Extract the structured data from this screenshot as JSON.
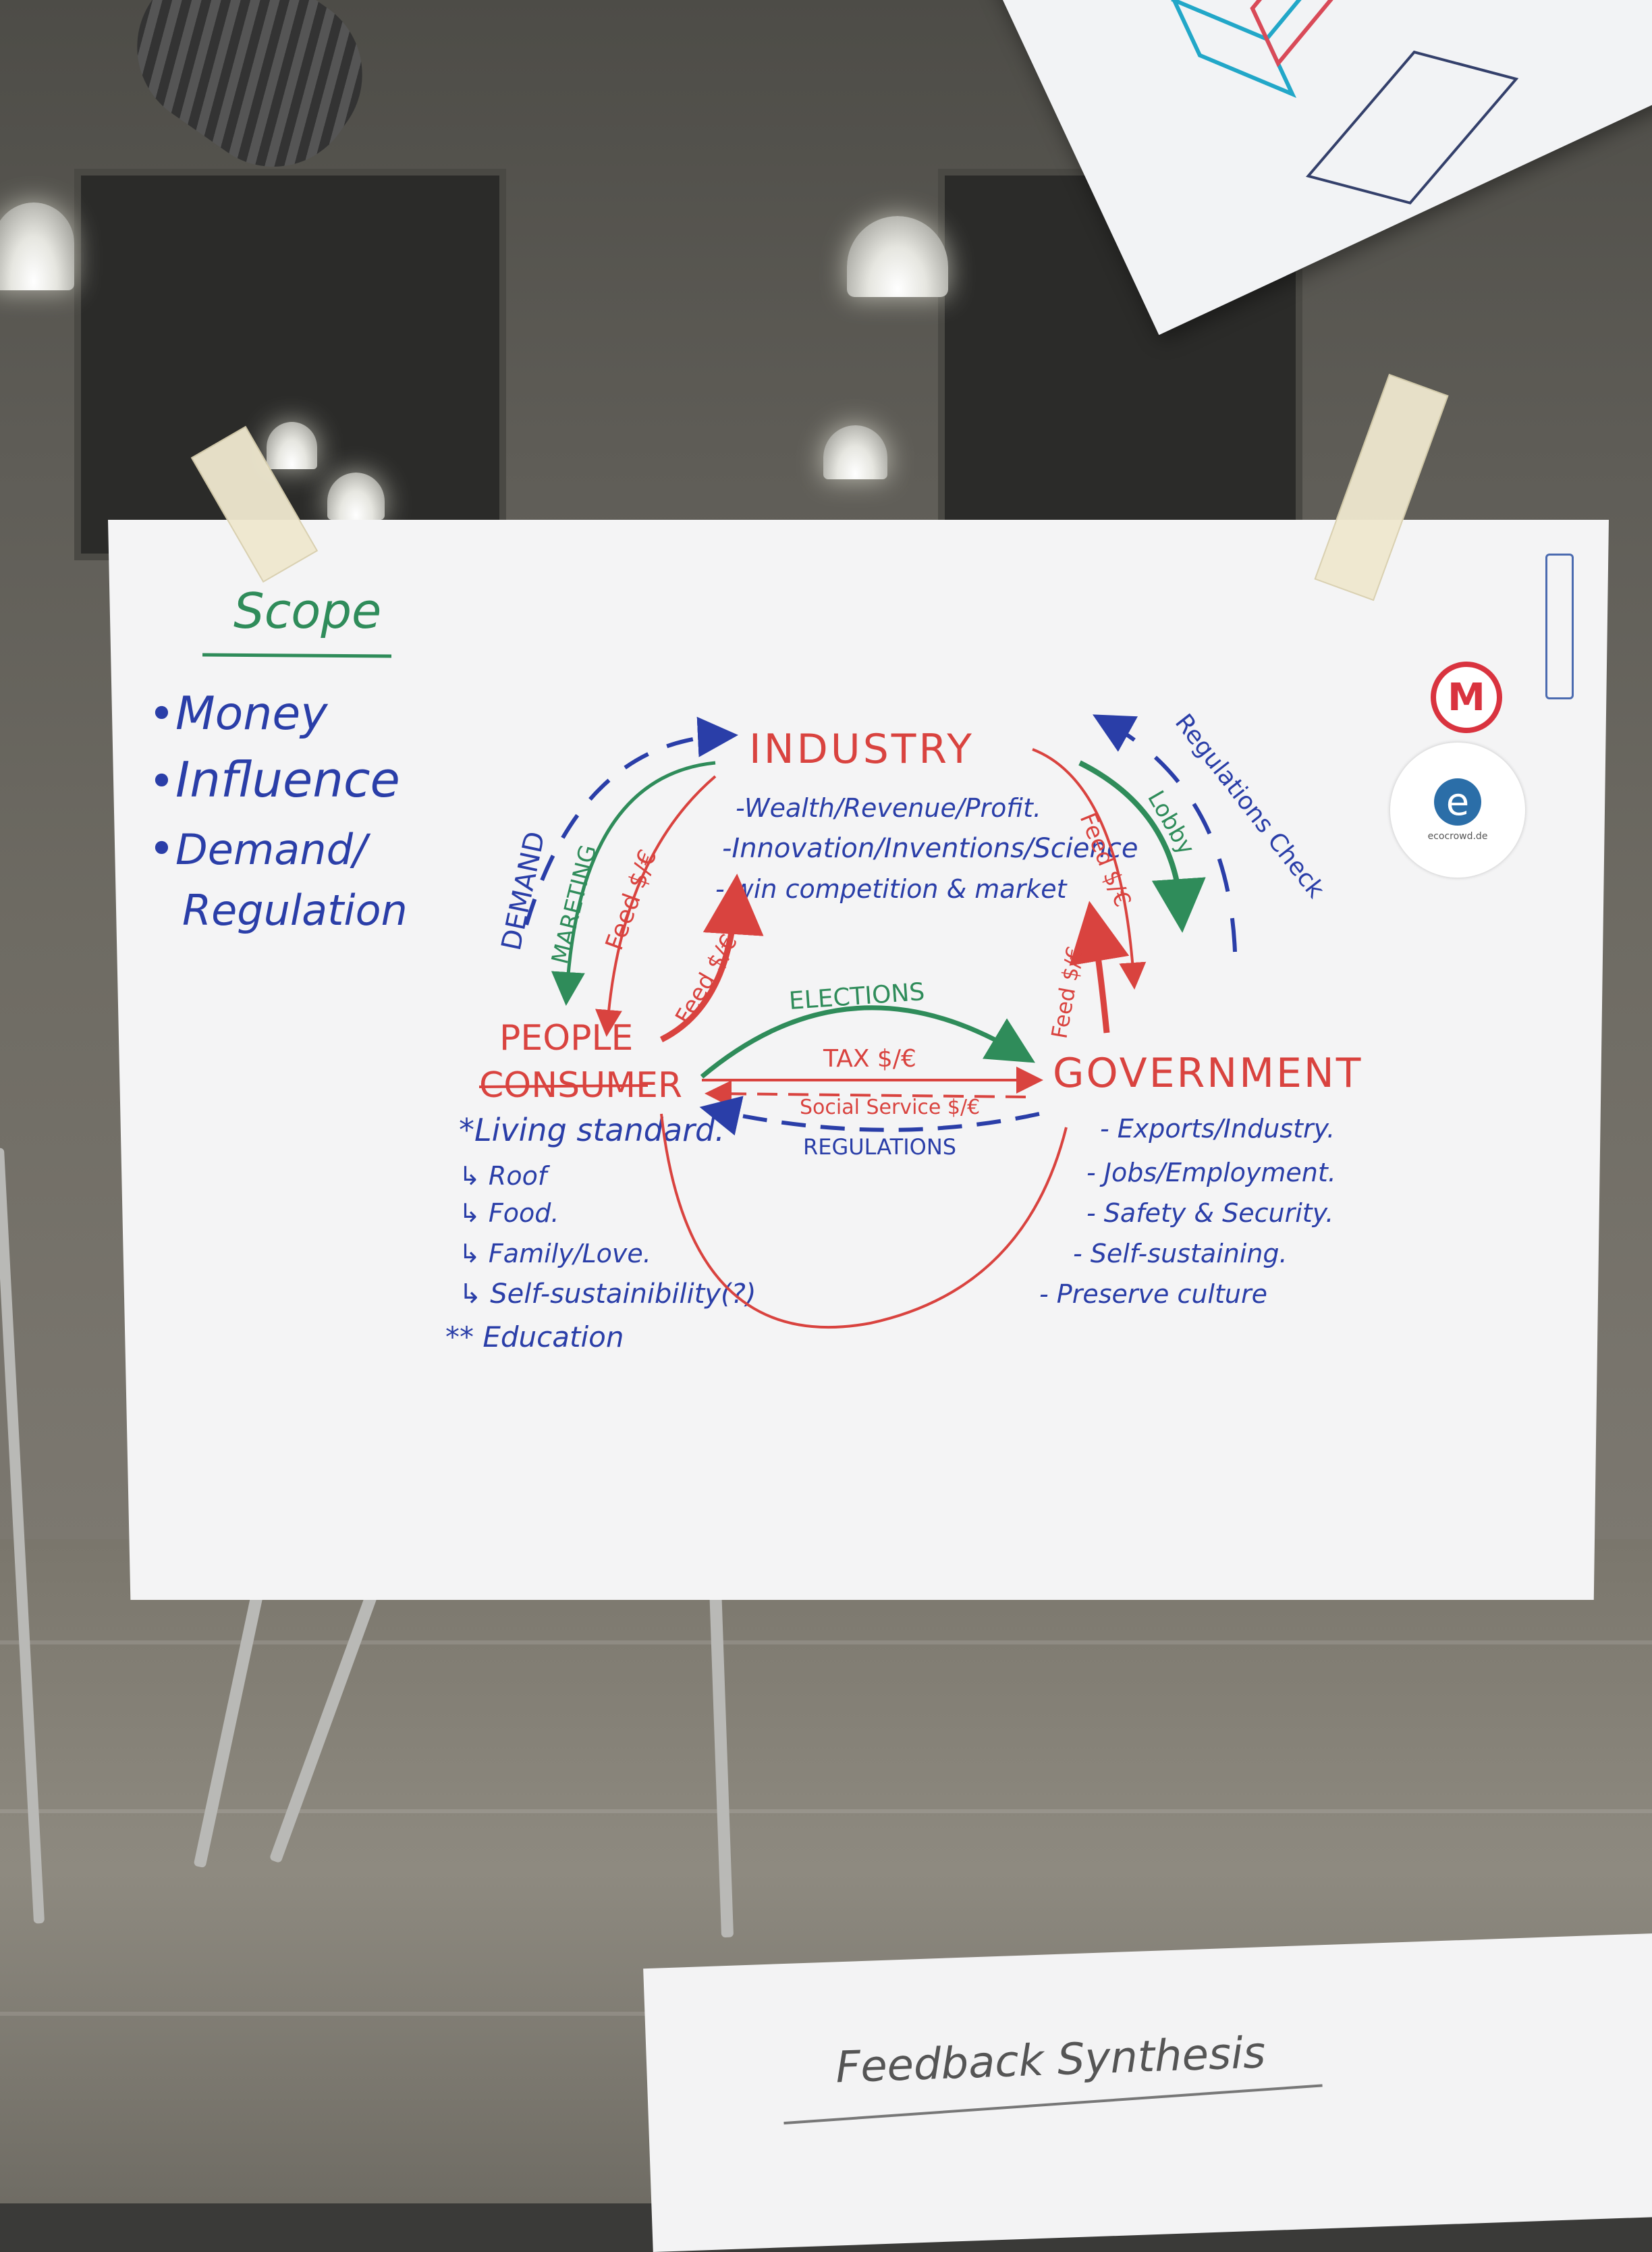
{
  "scope": {
    "title": "Scope",
    "items": [
      "Money",
      "Influence",
      "Demand/",
      "Regulation"
    ]
  },
  "nodes": {
    "industry": "INDUSTRY",
    "people": "PEOPLE",
    "consumer": "CONSUMER",
    "government": "GOVERNMENT"
  },
  "industry_list": [
    "-Wealth/Revenue/Profit.",
    "-Innovation/Inventions/Science",
    "- win competition & market"
  ],
  "government_list": [
    "- Exports/Industry.",
    "- Jobs/Employment.",
    "- Safety & Security.",
    "- Self-sustaining.",
    "- Preserve culture"
  ],
  "people_list": [
    "*Living standard.",
    "↳ Roof",
    "↳ Food.",
    "↳ Family/Love.",
    "↳ Self-sustainibility(?)",
    "** Education"
  ],
  "arrow_labels": {
    "demand": "DEMAND",
    "marketing": "MARETING",
    "feed_left": "Feed $/€",
    "feed_left2": "Feed $/€",
    "elections": "ELECTIONS",
    "tax": "TAX $/€",
    "social": "Social Service $/€",
    "regulations": "REGULATIONS",
    "lobby": "Lobby",
    "regulations_check": "Regulations Check",
    "feed_right": "Feed $/€",
    "feed_right2": "Feed $/€"
  },
  "stickers": {
    "m_logo": "M",
    "eco_logo": "e",
    "eco_caption": "ecocrowd.de"
  },
  "bottom_note": "Feedback Synthesis"
}
